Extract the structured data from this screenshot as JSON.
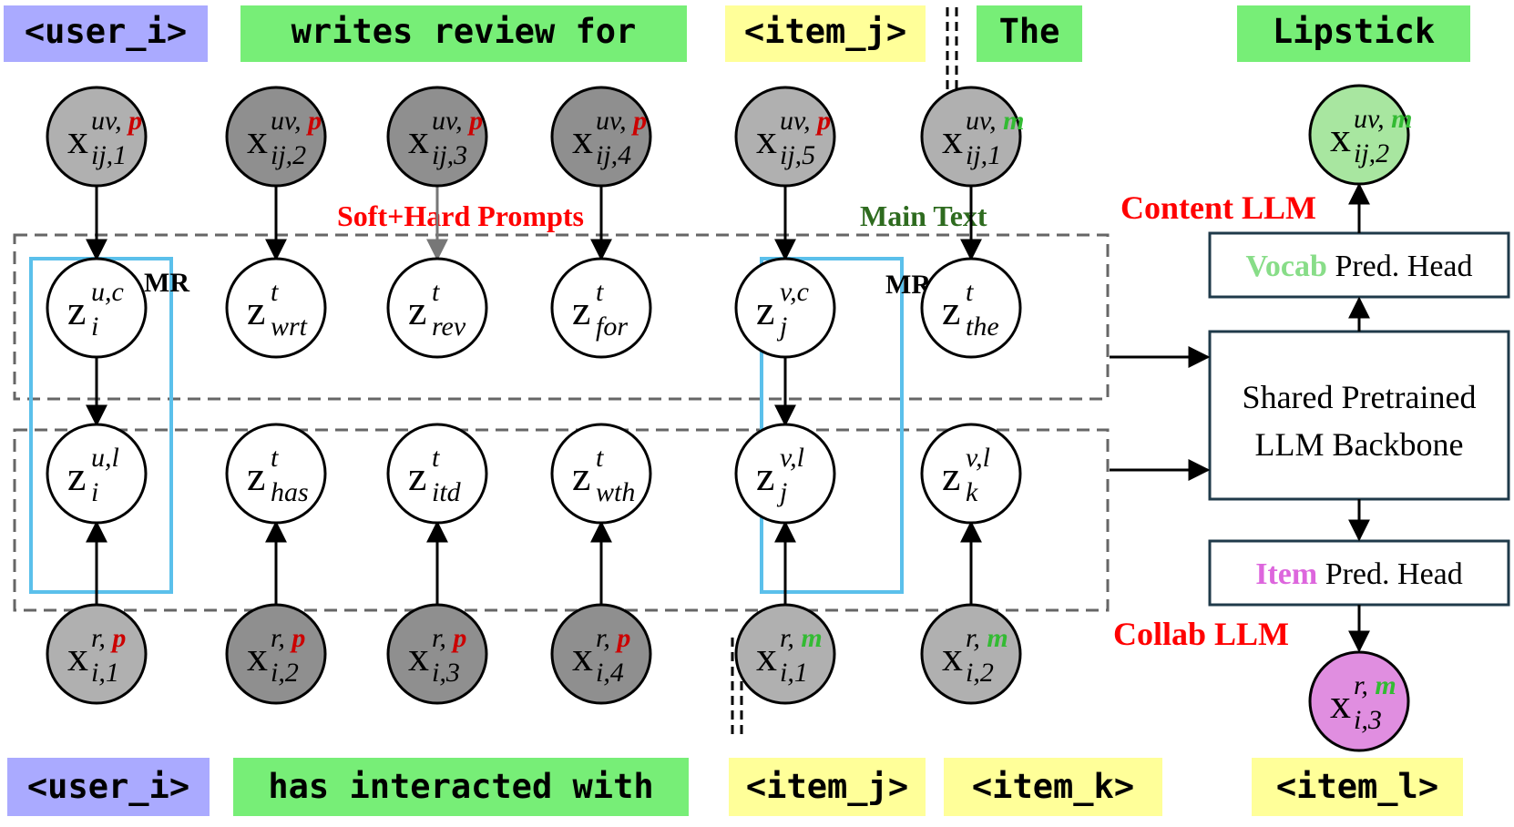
{
  "tokens_top": {
    "user_i": "<user_i>",
    "writes_review_for": "writes review for",
    "item_j": "<item_j>",
    "the": "The",
    "lipstick": "Lipstick"
  },
  "tokens_bottom": {
    "user_i": "<user_i>",
    "has_interacted_with": "has interacted with",
    "item_j": "<item_j>",
    "item_k": "<item_k>",
    "item_l": "<item_l>"
  },
  "labels": {
    "soft_hard_prompts": "Soft+Hard Prompts",
    "main_text": "Main Text",
    "mr_left": "MR",
    "mr_right": "MR",
    "content_llm": "Content LLM",
    "collab_llm": "Collab LLM",
    "vocab_head_colored": "Vocab",
    "vocab_head_rest": " Pred. Head",
    "item_head_colored": "Item",
    "item_head_rest": " Pred. Head",
    "backbone_line1": "Shared Pretrained",
    "backbone_line2": "LLM Backbone"
  },
  "nodes": {
    "x_top": [
      {
        "sym": "x",
        "sup_a": "uv, ",
        "sup_b": "p",
        "sub": "ij,1"
      },
      {
        "sym": "x",
        "sup_a": "uv, ",
        "sup_b": "p",
        "sub": "ij,2"
      },
      {
        "sym": "x",
        "sup_a": "uv, ",
        "sup_b": "p",
        "sub": "ij,3"
      },
      {
        "sym": "x",
        "sup_a": "uv, ",
        "sup_b": "p",
        "sub": "ij,4"
      },
      {
        "sym": "x",
        "sup_a": "uv, ",
        "sup_b": "p",
        "sub": "ij,5"
      },
      {
        "sym": "x",
        "sup_a": "uv, ",
        "sup_b": "m",
        "sub": "ij,1"
      },
      {
        "sym": "x",
        "sup_a": "uv, ",
        "sup_b": "m",
        "sub": "ij,2"
      }
    ],
    "z_content": [
      {
        "sym": "z",
        "sup": "u,c",
        "sub": "i"
      },
      {
        "sym": "z",
        "sup": "t",
        "sub": "wrt"
      },
      {
        "sym": "z",
        "sup": "t",
        "sub": "rev"
      },
      {
        "sym": "z",
        "sup": "t",
        "sub": "for"
      },
      {
        "sym": "z",
        "sup": "v,c",
        "sub": "j"
      },
      {
        "sym": "z",
        "sup": "t",
        "sub": "the"
      }
    ],
    "z_collab": [
      {
        "sym": "z",
        "sup": "u,l",
        "sub": "i"
      },
      {
        "sym": "z",
        "sup": "t",
        "sub": "has"
      },
      {
        "sym": "z",
        "sup": "t",
        "sub": "itd"
      },
      {
        "sym": "z",
        "sup": "t",
        "sub": "wth"
      },
      {
        "sym": "z",
        "sup": "v,l",
        "sub": "j"
      },
      {
        "sym": "z",
        "sup": "v,l",
        "sub": "k"
      }
    ],
    "x_bottom": [
      {
        "sym": "x",
        "sup_a": "r, ",
        "sup_b": "p",
        "sub": "i,1"
      },
      {
        "sym": "x",
        "sup_a": "r, ",
        "sup_b": "p",
        "sub": "i,2"
      },
      {
        "sym": "x",
        "sup_a": "r, ",
        "sup_b": "p",
        "sub": "i,3"
      },
      {
        "sym": "x",
        "sup_a": "r, ",
        "sup_b": "p",
        "sub": "i,4"
      },
      {
        "sym": "x",
        "sup_a": "r, ",
        "sup_b": "m",
        "sub": "i,1"
      },
      {
        "sym": "x",
        "sup_a": "r, ",
        "sup_b": "m",
        "sub": "i,2"
      },
      {
        "sym": "x",
        "sup_a": "r, ",
        "sup_b": "m",
        "sub": "i,3"
      }
    ]
  },
  "colors": {
    "user_token": "#aaaaff",
    "text_token": "#77ee77",
    "item_token": "#ffff99",
    "observed_prompt_node": "#b0b0b0",
    "observed_prompt_node_dark": "#8f8f8f",
    "observed_main_node": "#b0b0b0",
    "content_output_node": "#a8e6a0",
    "collab_output_node": "#e08ee0",
    "prompt_sup": "#cc0000",
    "main_sup": "#33bb33",
    "red_label": "#ff0000",
    "main_text_label": "#2e6b1f",
    "mr_box": "#5bc0eb",
    "vocab_word": "#88dd88",
    "item_word": "#dd66dd"
  }
}
